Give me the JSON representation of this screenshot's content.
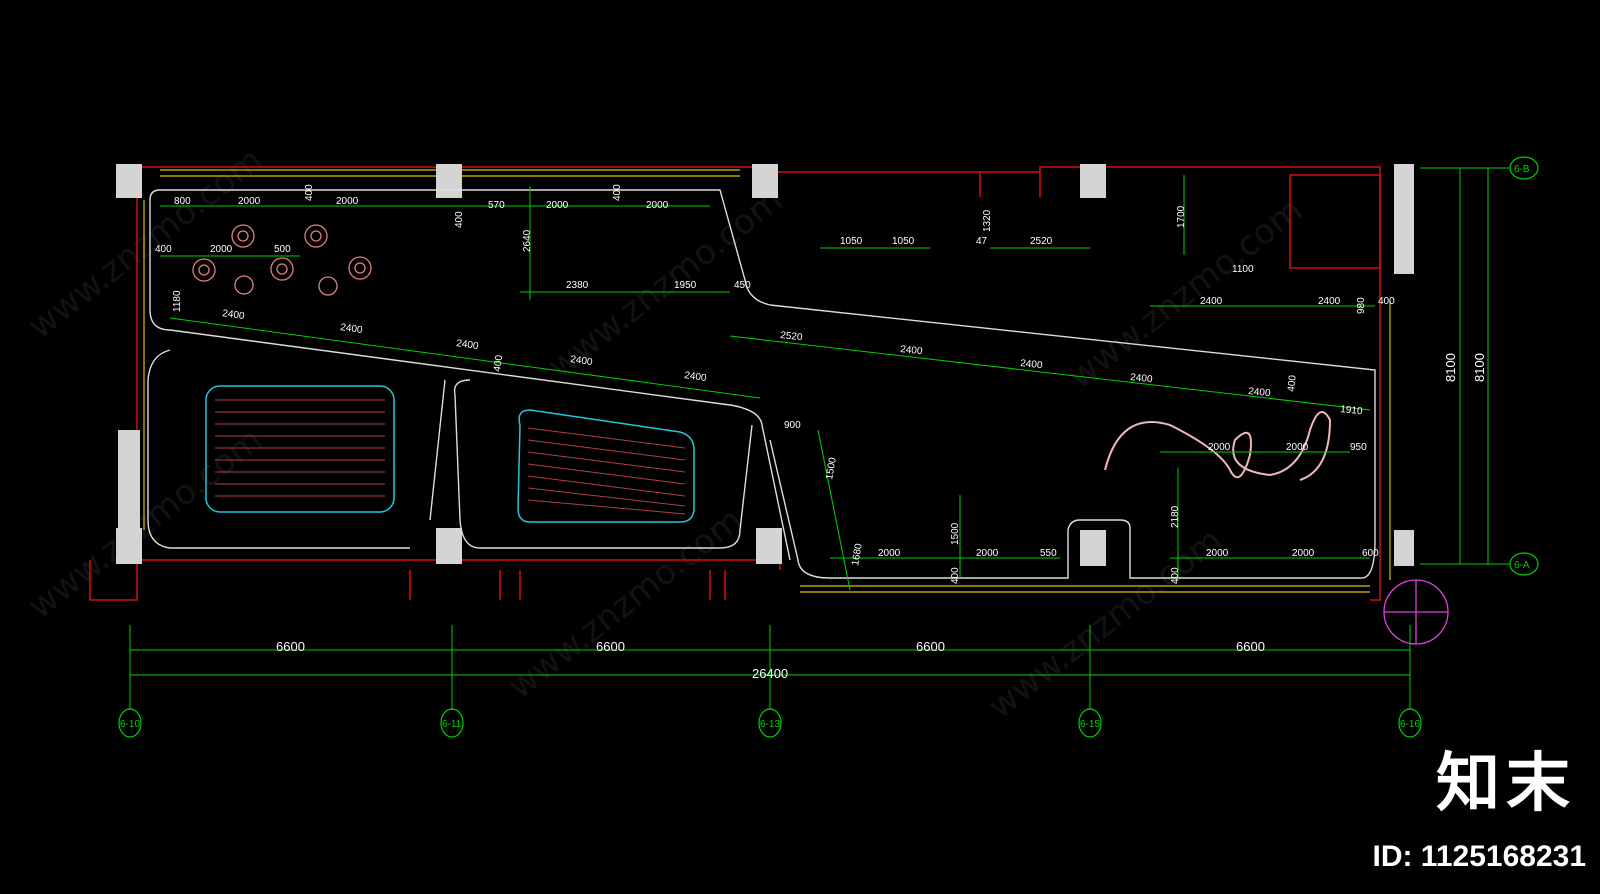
{
  "watermark": {
    "brand_cn": "知末",
    "id_label": "ID: 1125168231",
    "site": "www.znzmo.com"
  },
  "axes": {
    "bottom": [
      "6-10",
      "6-11",
      "6-13",
      "6-15",
      "6-16"
    ],
    "right": [
      "6-B",
      "6-A"
    ]
  },
  "dimensions": {
    "bays": [
      "6600",
      "6600",
      "6600",
      "6600"
    ],
    "total": "26400",
    "right_a": "8100",
    "right_b": "8100",
    "top_left": [
      "800",
      "2000",
      "400",
      "2000",
      "570",
      "2000",
      "400",
      "2000",
      "400"
    ],
    "left_room": [
      "400",
      "2000",
      "500",
      "1180"
    ],
    "middle": [
      "2640",
      "2380",
      "1950",
      "450"
    ],
    "right_top": [
      "1050",
      "1050",
      "47",
      "1320",
      "2520",
      "1700",
      "1100"
    ],
    "right_mid": [
      "2400",
      "2400",
      "980",
      "400"
    ],
    "diag_upper": [
      "2400",
      "2400",
      "2400",
      "2400",
      "2400",
      "400"
    ],
    "diag_lower": [
      "2520",
      "2400",
      "2400",
      "2400",
      "2400",
      "400",
      "1910"
    ],
    "lower_center": [
      "900",
      "1500",
      "1680",
      "2000",
      "2000",
      "550",
      "1500",
      "400"
    ],
    "lower_right": [
      "2000",
      "2000",
      "950",
      "2180",
      "2000",
      "2000",
      "600",
      "400"
    ]
  }
}
